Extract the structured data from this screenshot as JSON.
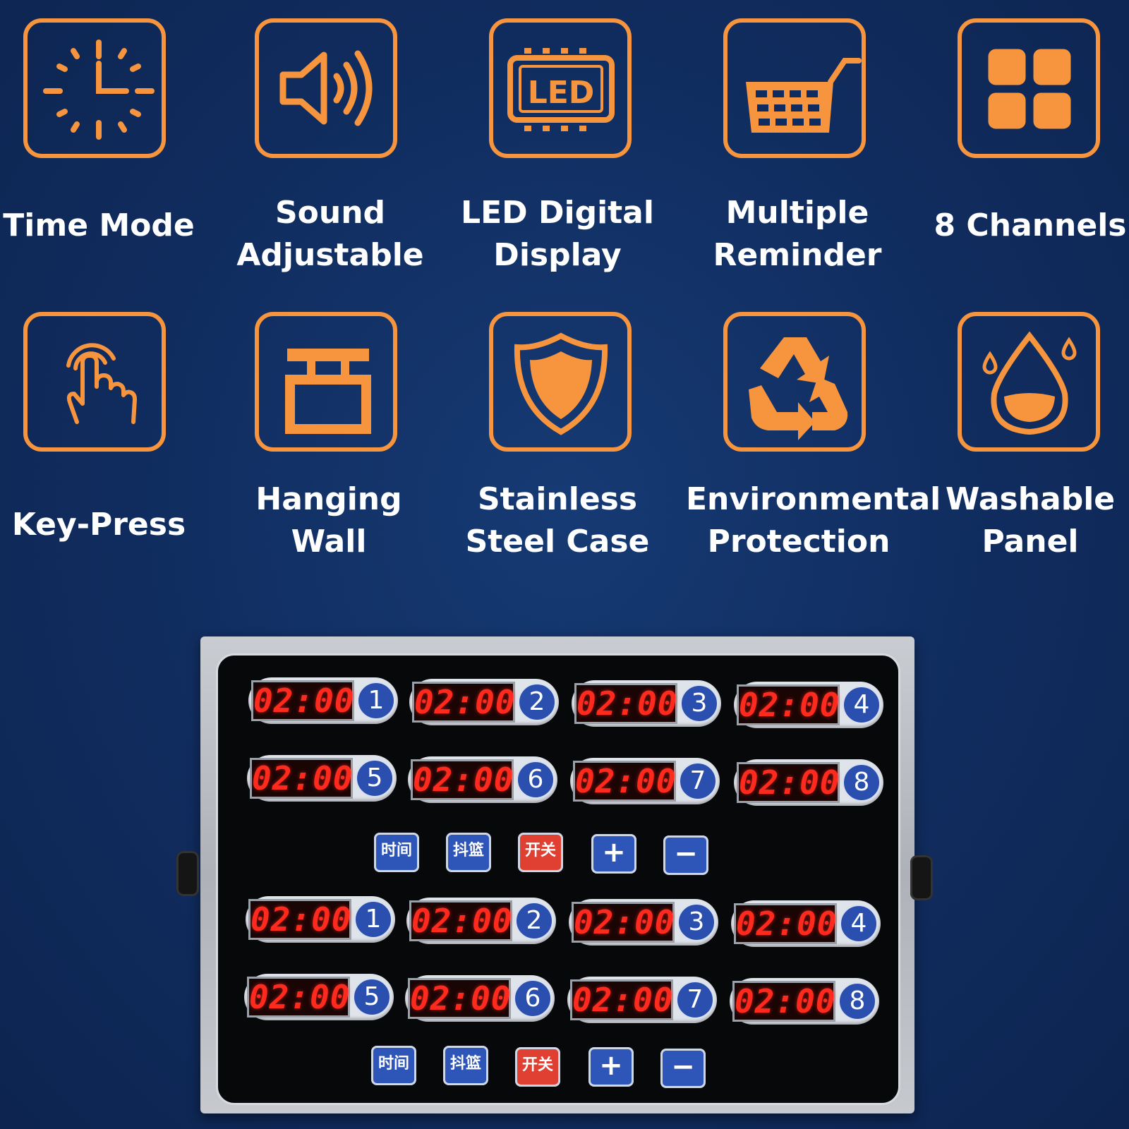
{
  "features": [
    {
      "lines": [
        "Time Mode"
      ],
      "icon": "clock-icon"
    },
    {
      "lines": [
        "Sound",
        "Adjustable"
      ],
      "icon": "speaker-icon"
    },
    {
      "lines": [
        "LED Digital",
        "Display"
      ],
      "icon": "led-display-icon"
    },
    {
      "lines": [
        "Multiple",
        "Reminder"
      ],
      "icon": "fryer-basket-icon"
    },
    {
      "lines": [
        "8 Channels"
      ],
      "icon": "grid-icon"
    },
    {
      "lines": [
        "Key-Press"
      ],
      "icon": "finger-press-icon"
    },
    {
      "lines": [
        "Hanging",
        "Wall"
      ],
      "icon": "hanging-wall-icon"
    },
    {
      "lines": [
        "Stainless",
        "Steel Case"
      ],
      "icon": "shield-icon"
    },
    {
      "lines": [
        "Environmental",
        "Protection"
      ],
      "icon": "recycle-icon"
    },
    {
      "lines": [
        "Washable",
        "Panel"
      ],
      "icon": "water-drop-icon"
    }
  ],
  "colors": {
    "accent": "#f7953f",
    "background": "#102c5e",
    "led": "#ff2a1e",
    "button_blue": "#2e56b8",
    "button_red": "#e04032"
  },
  "device": {
    "upper_timers": [
      {
        "time": "02:00",
        "channel": "1"
      },
      {
        "time": "02:00",
        "channel": "2"
      },
      {
        "time": "02:00",
        "channel": "3"
      },
      {
        "time": "02:00",
        "channel": "4"
      },
      {
        "time": "02:00",
        "channel": "5"
      },
      {
        "time": "02:00",
        "channel": "6"
      },
      {
        "time": "02:00",
        "channel": "7"
      },
      {
        "time": "02:00",
        "channel": "8"
      }
    ],
    "lower_timers": [
      {
        "time": "02:00",
        "channel": "1"
      },
      {
        "time": "02:00",
        "channel": "2"
      },
      {
        "time": "02:00",
        "channel": "3"
      },
      {
        "time": "02:00",
        "channel": "4"
      },
      {
        "time": "02:00",
        "channel": "5"
      },
      {
        "time": "02:00",
        "channel": "6"
      },
      {
        "time": "02:00",
        "channel": "7"
      },
      {
        "time": "02:00",
        "channel": "8"
      }
    ],
    "upper_controls": {
      "time": "时间",
      "basket": "抖篮",
      "power": "开关",
      "plus": "+",
      "minus": "−"
    },
    "lower_controls": {
      "time": "时间",
      "basket": "抖篮",
      "power": "开关",
      "plus": "+",
      "minus": "−"
    }
  }
}
